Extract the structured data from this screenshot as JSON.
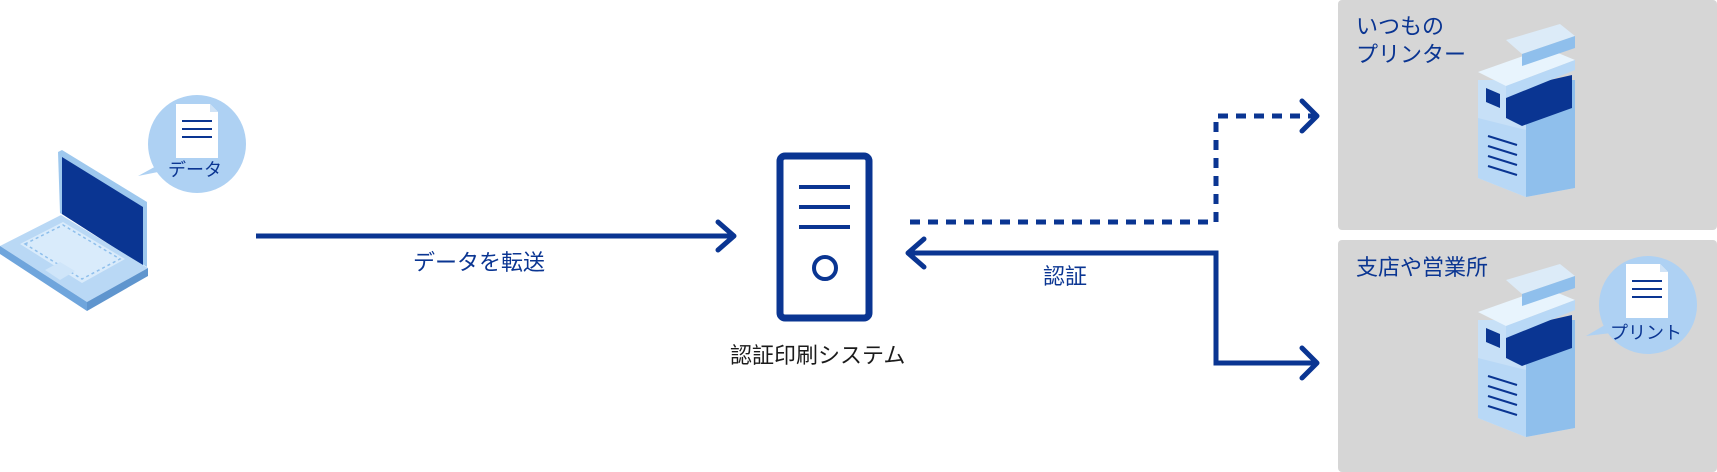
{
  "colors": {
    "primary": "#0a3592",
    "light_blue": "#8fbfec",
    "pale_blue": "#aed1f3",
    "panel_gray": "#d6d6d6",
    "white": "#ffffff"
  },
  "icons": {
    "client": "laptop-icon",
    "server": "server-icon",
    "printer": "printer-icon",
    "document": "document-icon"
  },
  "labels": {
    "data_bubble": "データ",
    "transfer": "データを転送",
    "system": "認証印刷システム",
    "auth": "認証",
    "panel_top_title": "いつもの\nプリンター",
    "panel_bottom_title": "支店や営業所",
    "print_bubble": "プリント"
  }
}
